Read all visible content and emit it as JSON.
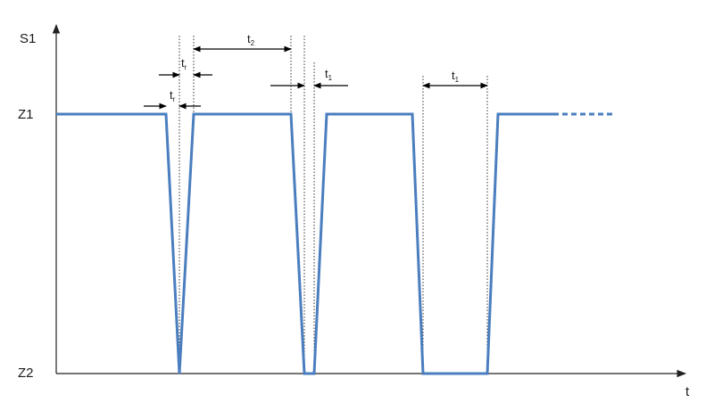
{
  "axes": {
    "y_label": "S1",
    "x_label": "t",
    "level_high": "Z1",
    "level_low": "Z2"
  },
  "annotations": {
    "tr_upper": {
      "base": "t",
      "sub": "r"
    },
    "tr_lower": {
      "base": "t",
      "sub": "r"
    },
    "t2": {
      "base": "t",
      "sub": "2"
    },
    "t1_narrow": {
      "base": "t",
      "sub": "1"
    },
    "t1_wide": {
      "base": "t",
      "sub": "1"
    }
  },
  "colors": {
    "signal": "#4a7ebf",
    "axis": "#222222"
  }
}
